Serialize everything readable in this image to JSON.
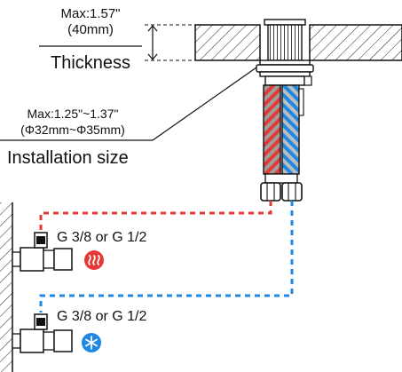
{
  "thickness": {
    "max_in": "Max:1.57\"",
    "max_mm": "(40mm)",
    "label": "Thickness"
  },
  "installation": {
    "range_in": "Max:1.25\"~1.37\"",
    "range_mm": "(Φ32mm~Φ35mm)",
    "label": "Installation size"
  },
  "valves": {
    "hot_label": "G 3/8 or G 1/2",
    "cold_label": "G 3/8 or G 1/2"
  },
  "colors": {
    "hot": "#e53935",
    "cold": "#1e88e5",
    "line": "#111111"
  },
  "icons": {
    "hot": "heat-waves-icon",
    "cold": "snowflake-icon"
  }
}
